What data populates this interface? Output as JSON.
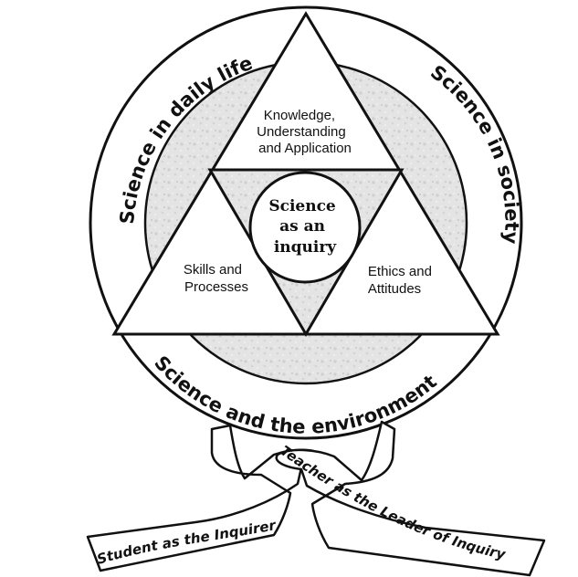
{
  "diagram": {
    "ring": {
      "left": "Science in daily life",
      "right": "Science in society",
      "bottom": "Science and the environment"
    },
    "domains": {
      "top": [
        "Knowledge,",
        "Understanding",
        "and Application"
      ],
      "left": [
        "Skills and",
        "Processes"
      ],
      "right": [
        "Ethics and",
        "Attitudes"
      ]
    },
    "core": [
      "Science",
      "as an",
      "inquiry"
    ],
    "ribbons": {
      "student": "Student as the Inquirer",
      "teacher": "Teacher as the Leader of Inquiry"
    }
  }
}
